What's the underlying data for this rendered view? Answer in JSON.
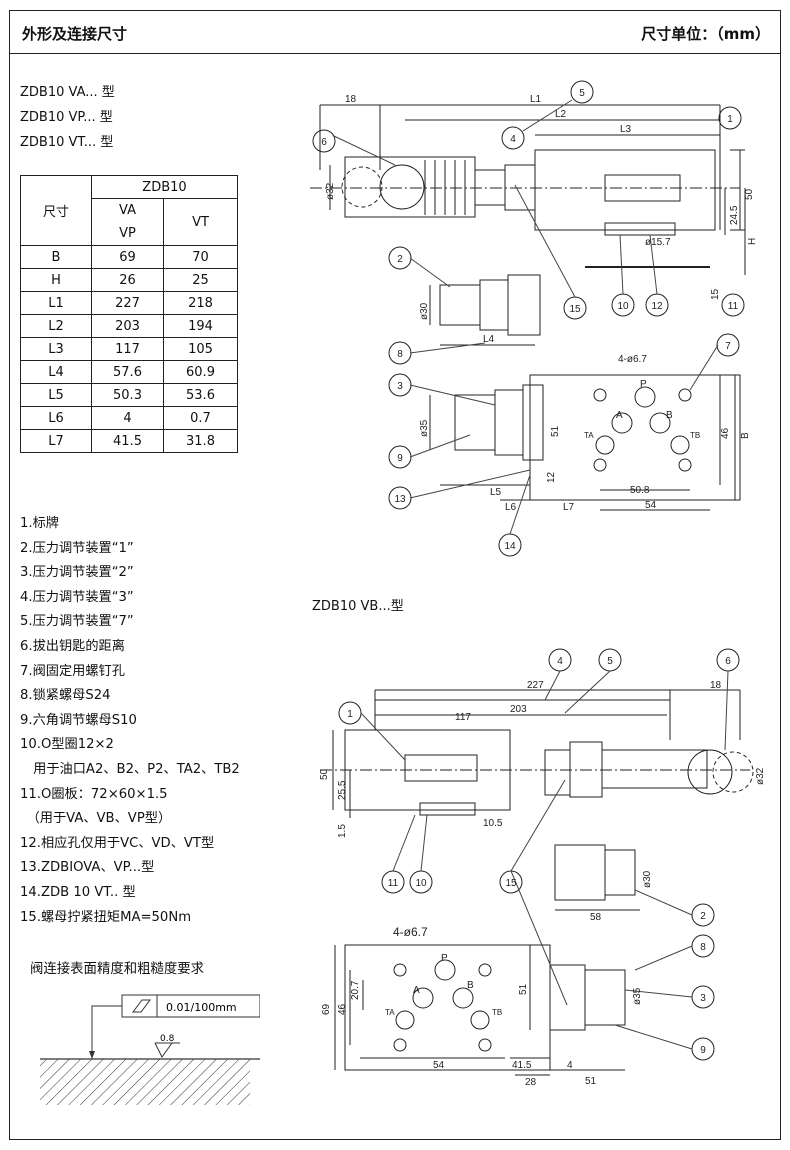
{
  "header": {
    "title": "外形及连接尺寸",
    "unit": "尺寸单位：（mm）"
  },
  "types": [
    "ZDB10 VA... 型",
    "ZDB10 VP... 型",
    "ZDB10 VT... 型"
  ],
  "dim_table": {
    "model_header": "ZDB10",
    "size_label": "尺寸",
    "col_va_vp": [
      "VA",
      "VP"
    ],
    "col_vt": "VT",
    "rows": [
      {
        "label": "B",
        "va_vp": "69",
        "vt": "70"
      },
      {
        "label": "H",
        "va_vp": "26",
        "vt": "25"
      },
      {
        "label": "L1",
        "va_vp": "227",
        "vt": "218"
      },
      {
        "label": "L2",
        "va_vp": "203",
        "vt": "194"
      },
      {
        "label": "L3",
        "va_vp": "117",
        "vt": "105"
      },
      {
        "label": "L4",
        "va_vp": "57.6",
        "vt": "60.9"
      },
      {
        "label": "L5",
        "va_vp": "50.3",
        "vt": "53.6"
      },
      {
        "label": "L6",
        "va_vp": "4",
        "vt": "0.7"
      },
      {
        "label": "L7",
        "va_vp": "41.5",
        "vt": "31.8"
      }
    ]
  },
  "legend": [
    "1.标牌",
    "2.压力调节装置“1”",
    "3.压力调节装置“2”",
    "4.压力调节装置“3”",
    "5.压力调节装置“7”",
    "6.拔出钥匙的距离",
    "7.阀固定用螺钉孔",
    "8.锁紧螺母S24",
    "9.六角调节螺母S10",
    "10.O型圈12×2",
    "　用于油口A2、B2、P2、TA2、TB2",
    "11.O圈板：72×60×1.5",
    "　（用于VA、VB、VP型）",
    "12.相应孔仅用于VC、VD、VT型",
    "13.ZDBIOVA、VP...型",
    "14.ZDB 10 VT.. 型",
    "15.螺母拧紧扭矩MA=50Nm"
  ],
  "surface": {
    "title": "阀连接表面精度和粗糙度要求",
    "flatness": "0.01/100mm",
    "roughness": "0.8"
  },
  "vb_title": "ZDB10  VB...型",
  "drawing_top": {
    "dims": {
      "L1": "L1",
      "L2": "L2",
      "L3": "L3",
      "L4": "L4",
      "L5": "L5",
      "L6": "L6",
      "L7": "L7",
      "H": "H",
      "B": "B",
      "d32": "ø32",
      "v50": "50",
      "v24_5": "24.5",
      "v15": "15",
      "d15_7": "ø15.7",
      "d30": "ø30",
      "d35": "ø35",
      "holes": "4-ø6.7",
      "v46": "46",
      "v51": "51",
      "v12": "12",
      "h50_8": "50.8",
      "h54": "54",
      "P": "P",
      "A": "A",
      "TA": "TA",
      "TB": "TB",
      "h18": "18"
    }
  },
  "drawing_bottom": {
    "dims": {
      "h227": "227",
      "h203": "203",
      "h117": "117",
      "h18": "18",
      "v50": "50",
      "v25_5": "25.5",
      "v1_5": "1.5",
      "h10_5": "10.5",
      "d32": "ø32",
      "d30": "ø30",
      "h58": "58",
      "holes": "4-ø6.7",
      "v69": "69",
      "v46": "46",
      "v20_7": "20.7",
      "v51": "51",
      "h54": "54",
      "h41_5": "41.5",
      "h28": "28",
      "h4": "4",
      "h51": "51",
      "d35": "ø35",
      "P": "P",
      "A": "A",
      "B": "B",
      "TA": "TA",
      "TB": "TB"
    }
  },
  "balloons": [
    "1",
    "2",
    "3",
    "4",
    "5",
    "6",
    "7",
    "8",
    "9",
    "10",
    "11",
    "12",
    "13",
    "14",
    "15"
  ]
}
